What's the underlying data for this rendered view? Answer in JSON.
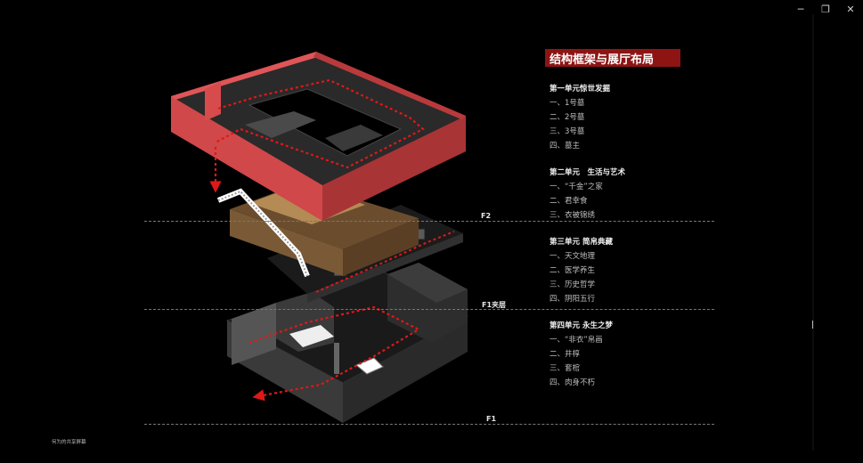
{
  "window": {
    "minimize_glyph": "─",
    "restore_glyph": "❐",
    "close_glyph": "✕"
  },
  "slide": {
    "title": "结构框架与展厅布局",
    "title_color": "#8e1414",
    "floor_labels": {
      "f2": "F2",
      "f1_mezzanine": "F1夹层",
      "f1": "F1"
    },
    "sections": [
      {
        "heading": "第一单元惊世发掘",
        "items": [
          "一、1号墓",
          "二、2号墓",
          "三、3号墓",
          "四、墓主"
        ]
      },
      {
        "heading": "第二单元　生活与艺术",
        "items": [
          "一、“千金”之家",
          "二、君幸食",
          "三、衣被锦绣"
        ]
      },
      {
        "heading": "第三单元 简帛典藏",
        "items": [
          "一、天文地理",
          "二、医学养生",
          "三、历史哲学",
          "四、阴阳五行"
        ]
      },
      {
        "heading": "第四单元  永生之梦",
        "items": [
          "一、“非衣”帛画",
          "二、井椁",
          "三、套棺",
          "四、肉身不朽"
        ]
      }
    ]
  },
  "footer": {
    "text": "何为的共享屏幕"
  }
}
